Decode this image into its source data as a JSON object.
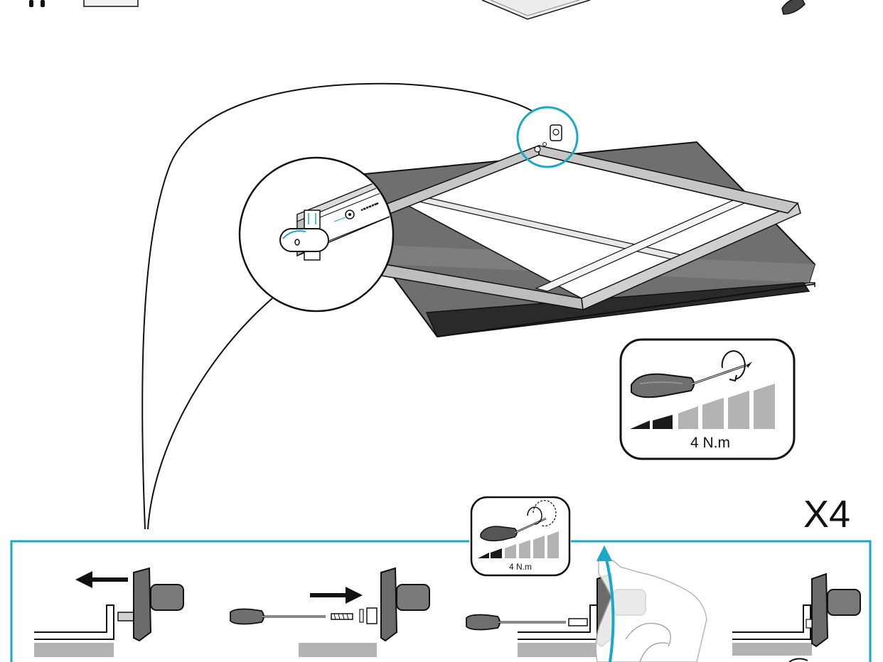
{
  "instruction": {
    "multiplier": "X4",
    "torque_main": "4 N.m",
    "torque_step": "4 N.m"
  },
  "colors": {
    "accent_cyan": "#1aa8c8",
    "panel_dark": "#6b6b6b",
    "panel_mid": "#8a8a8a",
    "frame_light": "#c9c9c9",
    "bar_gray": "#b3b3b3",
    "bar_dark": "#1a1a1a",
    "line": "#111111"
  },
  "icons": [
    "screwdriver-icon",
    "rotate-arrow-icon",
    "torque-bars-icon",
    "arrow-left-icon",
    "arrow-right-icon",
    "hand-icon"
  ]
}
